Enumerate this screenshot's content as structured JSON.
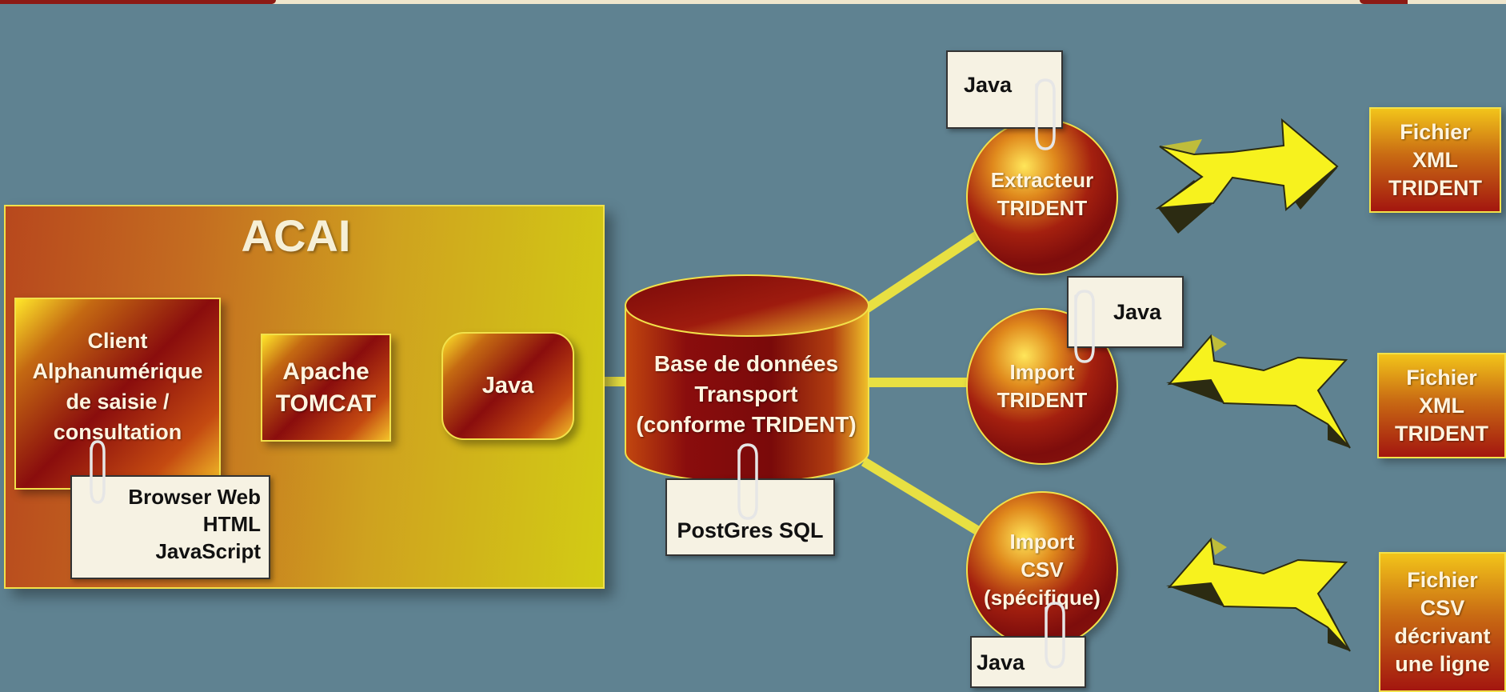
{
  "acai": {
    "title": "ACAI"
  },
  "client": {
    "lines": [
      "Client",
      "Alphanumérique",
      "de saisie /",
      "consultation"
    ]
  },
  "browser_note": {
    "lines": [
      "Browser Web",
      "HTML",
      "JavaScript"
    ]
  },
  "tomcat": {
    "lines": [
      "Apache",
      "TOMCAT"
    ]
  },
  "java_acai": {
    "label": "Java"
  },
  "database": {
    "lines": [
      "Base de données",
      "Transport",
      "(conforme TRIDENT)"
    ]
  },
  "postgres_note": {
    "label": "PostGres SQL"
  },
  "extracteur": {
    "lines": [
      "Extracteur",
      "TRIDENT"
    ],
    "note": "Java"
  },
  "import_trident": {
    "lines": [
      "Import",
      "TRIDENT"
    ],
    "note": "Java"
  },
  "import_csv": {
    "lines": [
      "Import",
      "CSV",
      "(spécifique)"
    ],
    "note": "Java"
  },
  "files": [
    {
      "lines": [
        "Fichier",
        "XML",
        "TRIDENT"
      ]
    },
    {
      "lines": [
        "Fichier",
        "XML",
        "TRIDENT"
      ]
    },
    {
      "lines": [
        "Fichier",
        "CSV",
        "décrivant",
        "une ligne"
      ]
    }
  ],
  "colors": {
    "background": "#5f8291",
    "accent_yellow": "#f2e14a",
    "arrow_yellow": "#f7f21e",
    "dark_red": "#8a0d0d"
  },
  "icons": [
    "paperclip-icon",
    "double-arrow-right-icon",
    "double-arrow-left-icon"
  ]
}
